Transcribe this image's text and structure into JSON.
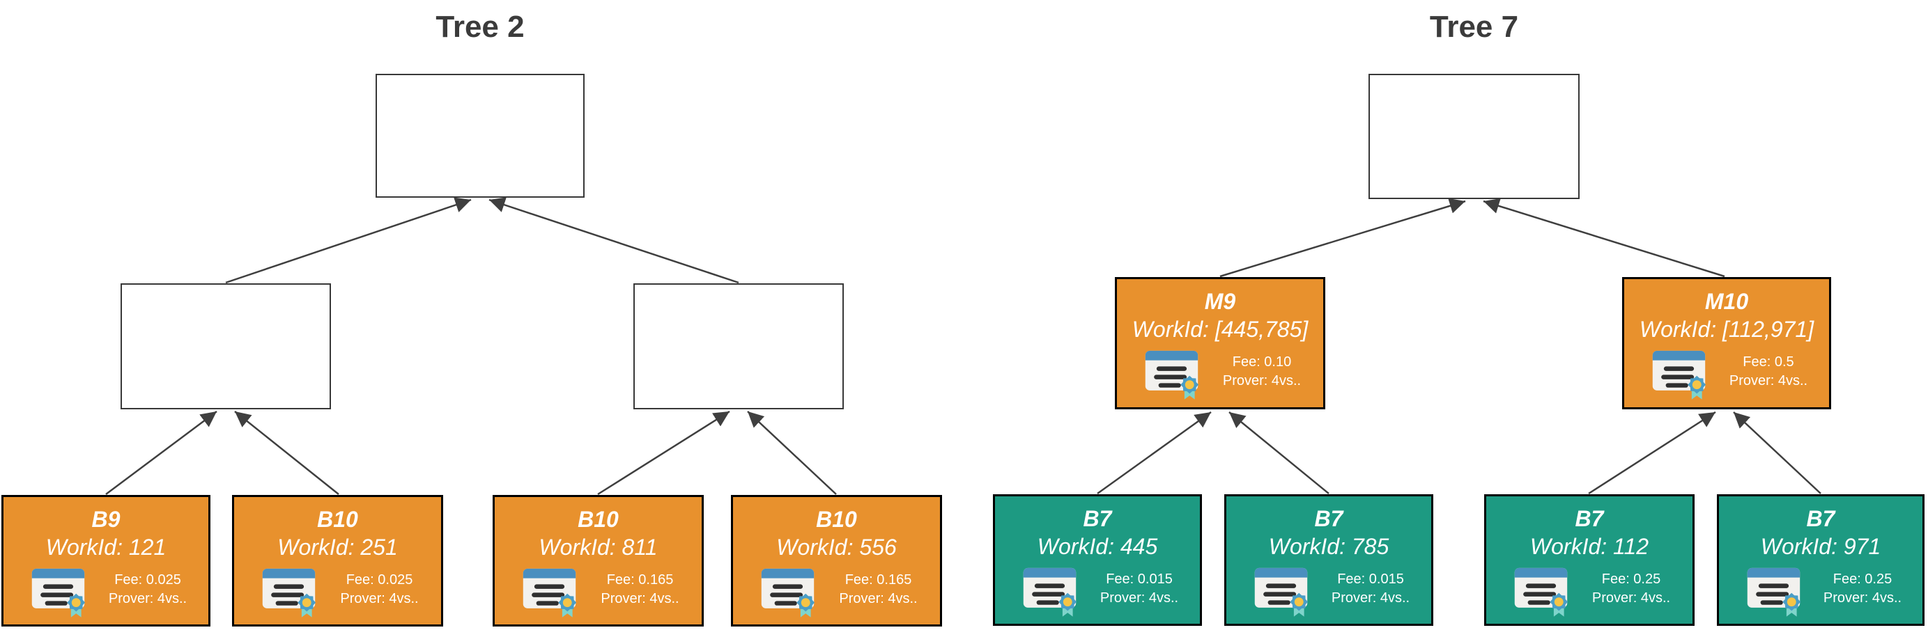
{
  "diagram": {
    "trees": [
      {
        "title": "Tree 2",
        "root": {
          "type": "empty"
        },
        "mids": [
          {
            "type": "empty"
          },
          {
            "type": "empty"
          }
        ],
        "leaves": [
          {
            "label": "B9",
            "workid": "WorkId: 121",
            "fee": "Fee: 0.025",
            "prover": "Prover: 4vs.."
          },
          {
            "label": "B10",
            "workid": "WorkId: 251",
            "fee": "Fee: 0.025",
            "prover": "Prover: 4vs.."
          },
          {
            "label": "B10",
            "workid": "WorkId: 811",
            "fee": "Fee: 0.165",
            "prover": "Prover: 4vs.."
          },
          {
            "label": "B10",
            "workid": "WorkId: 556",
            "fee": "Fee: 0.165",
            "prover": "Prover: 4vs.."
          }
        ],
        "edges": [
          "leaf0->mid0",
          "leaf1->mid0",
          "leaf2->mid1",
          "leaf3->mid1",
          "mid0->root",
          "mid1->root"
        ]
      },
      {
        "title": "Tree 7",
        "root": {
          "type": "empty"
        },
        "mids": [
          {
            "label": "M9",
            "workid": "WorkId: [445,785]",
            "fee": "Fee: 0.10",
            "prover": "Prover: 4vs.."
          },
          {
            "label": "M10",
            "workid": "WorkId: [112,971]",
            "fee": "Fee: 0.5",
            "prover": "Prover: 4vs.."
          }
        ],
        "leaves": [
          {
            "label": "B7",
            "workid": "WorkId: 445",
            "fee": "Fee: 0.015",
            "prover": "Prover: 4vs.."
          },
          {
            "label": "B7",
            "workid": "WorkId: 785",
            "fee": "Fee: 0.015",
            "prover": "Prover: 4vs.."
          },
          {
            "label": "B7",
            "workid": "WorkId: 112",
            "fee": "Fee: 0.25",
            "prover": "Prover: 4vs.."
          },
          {
            "label": "B7",
            "workid": "WorkId: 971",
            "fee": "Fee: 0.25",
            "prover": "Prover: 4vs.."
          }
        ],
        "edges": [
          "leaf0->mid0",
          "leaf1->mid0",
          "leaf2->mid1",
          "leaf3->mid1",
          "mid0->root",
          "mid1->root"
        ]
      }
    ],
    "icon": "certificate-icon",
    "colors": {
      "tree2_leaf_fill": "#e8912d",
      "tree7_mid_fill": "#e8912d",
      "tree7_leaf_fill": "#1d9a82",
      "node_text": "#ffffff",
      "empty_node_fill": "#ffffff",
      "node_border": "#000000",
      "edge": "#3f3f3f",
      "title_text": "#3b3b3b",
      "icon_header_blue": "#4a8fbf",
      "icon_badge_blue": "#4a9ec7",
      "icon_badge_yellow": "#f6c445",
      "icon_ribbon_teal": "#7fd4cb"
    }
  }
}
